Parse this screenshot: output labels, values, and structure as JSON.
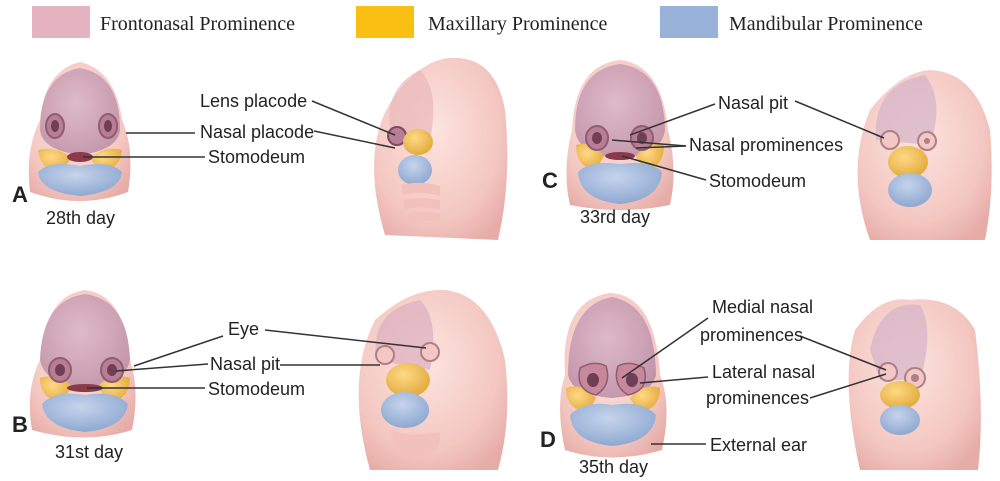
{
  "legend": [
    {
      "label": "Frontonasal Prominence",
      "color": "#e5b3c2"
    },
    {
      "label": "Maxillary Prominence",
      "color": "#f9bf12"
    },
    {
      "label": "Mandibular Prominence",
      "color": "#99b2da"
    }
  ],
  "panels": [
    {
      "letter": "A",
      "day": "28th day",
      "labels": [
        "Lens placode",
        "Nasal placode",
        "Stomodeum"
      ]
    },
    {
      "letter": "B",
      "day": "31st day",
      "labels": [
        "Eye",
        "Nasal pit",
        "Stomodeum"
      ]
    },
    {
      "letter": "C",
      "day": "33rd day",
      "labels": [
        "Nasal pit",
        "Nasal prominences",
        "Stomodeum"
      ]
    },
    {
      "letter": "D",
      "day": "35th day",
      "labels": [
        "Medial nasal",
        "prominences",
        "Lateral nasal",
        "prominences",
        "External ear"
      ]
    }
  ],
  "colors": {
    "skin": "#f6cfc9",
    "skin_shade": "#e9b2ad",
    "frontonasal_tint": "#cfa5b8",
    "maxillary": "#f0c15a",
    "mandibular": "#9fb6d8",
    "text": "#222222",
    "line": "#333333"
  }
}
